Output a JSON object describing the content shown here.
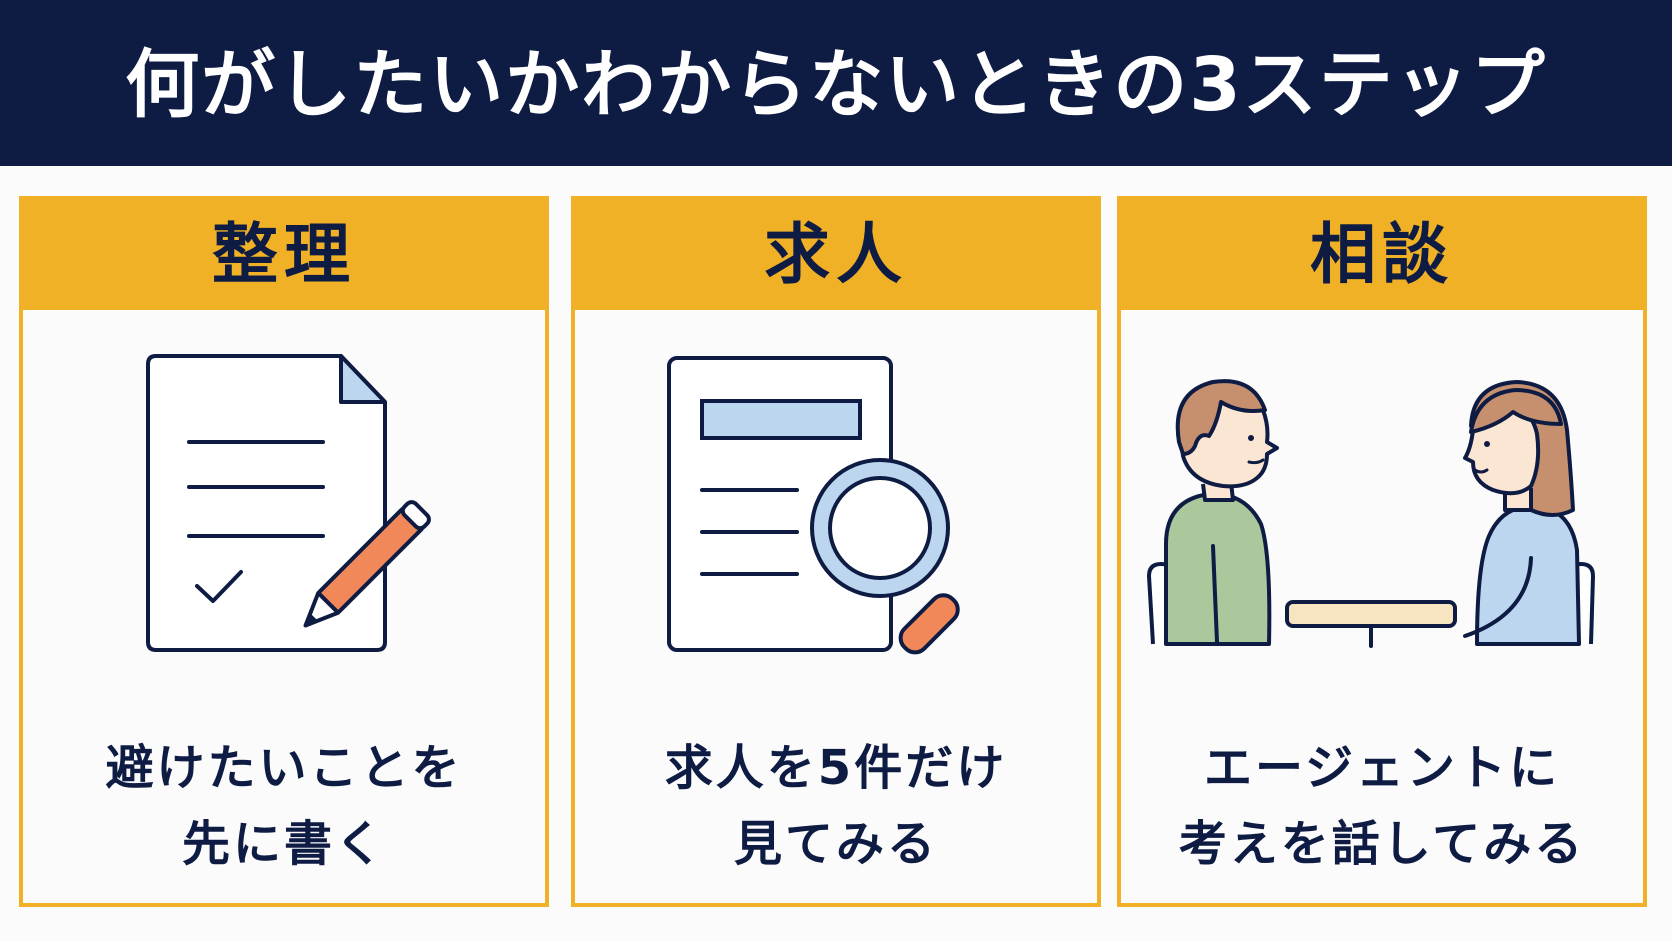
{
  "header": {
    "title": "何がしたいかわからないときの3ステップ"
  },
  "cards": [
    {
      "title": "整理",
      "caption_lines": [
        "避けたいことを",
        "先に書く"
      ],
      "icon": "document-with-pencil-icon"
    },
    {
      "title": "求人",
      "caption_lines": [
        "求人を5件だけ",
        "見てみる"
      ],
      "icon": "document-with-magnifier-icon"
    },
    {
      "title": "相談",
      "caption_lines": [
        "エージェントに",
        "考えを話してみる"
      ],
      "icon": "two-people-talking-icon"
    }
  ],
  "colors": {
    "navy": "#0e1c44",
    "accent_yellow": "#f0b127",
    "pencil_orange": "#f0885a",
    "light_blue": "#bcd6f0",
    "person_green": "#abc79c",
    "skin": "#fbe6d4",
    "hair": "#c6906f",
    "table": "#f7e5c2"
  }
}
